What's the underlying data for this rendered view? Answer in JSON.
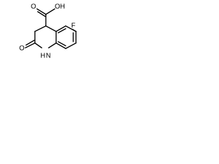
{
  "molecule": {
    "labels": {
      "carboxyl_o": "O",
      "hydroxyl": "OH",
      "lactam_o": "O",
      "nitrogen_h": "H",
      "nitrogen": "N",
      "fluorine": "F"
    }
  }
}
